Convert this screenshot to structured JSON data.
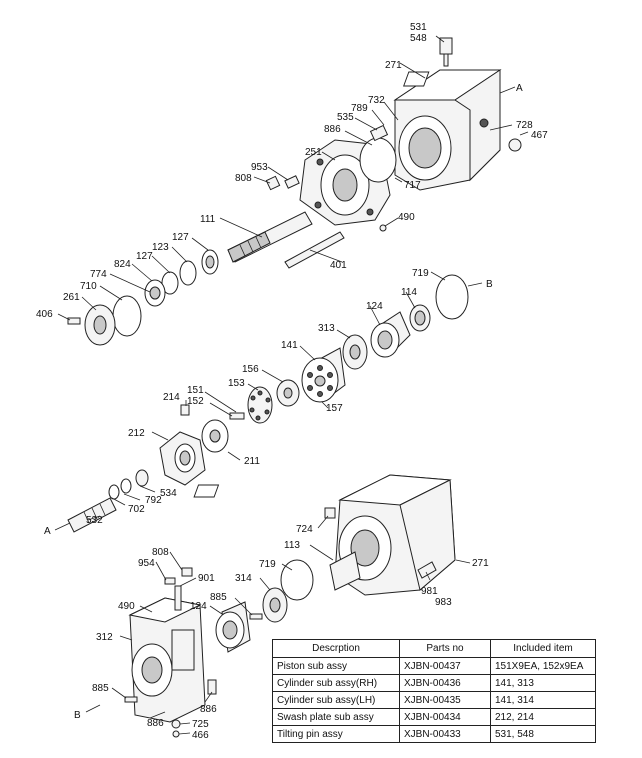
{
  "callouts": [
    "531",
    "548",
    "271",
    "A",
    "732",
    "789",
    "535",
    "886",
    "728",
    "467",
    "251",
    "717",
    "953",
    "808",
    "490",
    "111",
    "127",
    "123",
    "127",
    "824",
    "774",
    "401",
    "719",
    "B",
    "710",
    "261",
    "114",
    "124",
    "313",
    "406",
    "141",
    "156",
    "153",
    "151",
    "152",
    "157",
    "214",
    "212",
    "211",
    "534",
    "792",
    "702",
    "532",
    "A",
    "724",
    "113",
    "271",
    "808",
    "954",
    "901",
    "719",
    "314",
    "885",
    "124",
    "981",
    "983",
    "490",
    "312",
    "885",
    "886",
    "886",
    "725",
    "466",
    "B"
  ],
  "table": {
    "headers": [
      "Descrption",
      "Parts no",
      "Included item"
    ],
    "rows": [
      [
        "Piston sub assy",
        "XJBN-00437",
        "151X9EA, 152x9EA"
      ],
      [
        "Cylinder sub assy(RH)",
        "XJBN-00436",
        "141, 313"
      ],
      [
        "Cylinder sub assy(LH)",
        "XJBN-00435",
        "141, 314"
      ],
      [
        "Swash plate sub assy",
        "XJBN-00434",
        "212, 214"
      ],
      [
        "Tilting pin assy",
        "XJBN-00433",
        "531, 548"
      ]
    ]
  }
}
